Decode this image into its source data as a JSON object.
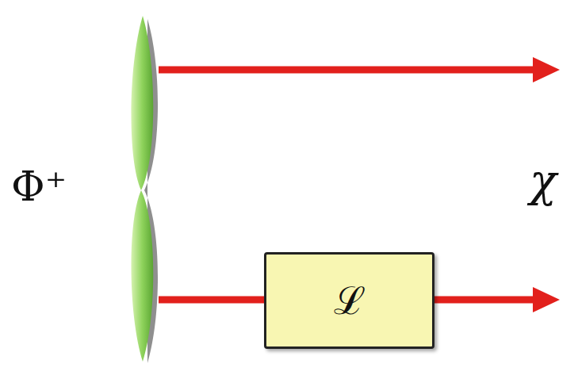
{
  "diagram": {
    "nodes": [
      {
        "text": [
          "ℒ"
        ]
      }
    ],
    "labels": [
      "Φ⁺",
      "χ"
    ]
  }
}
